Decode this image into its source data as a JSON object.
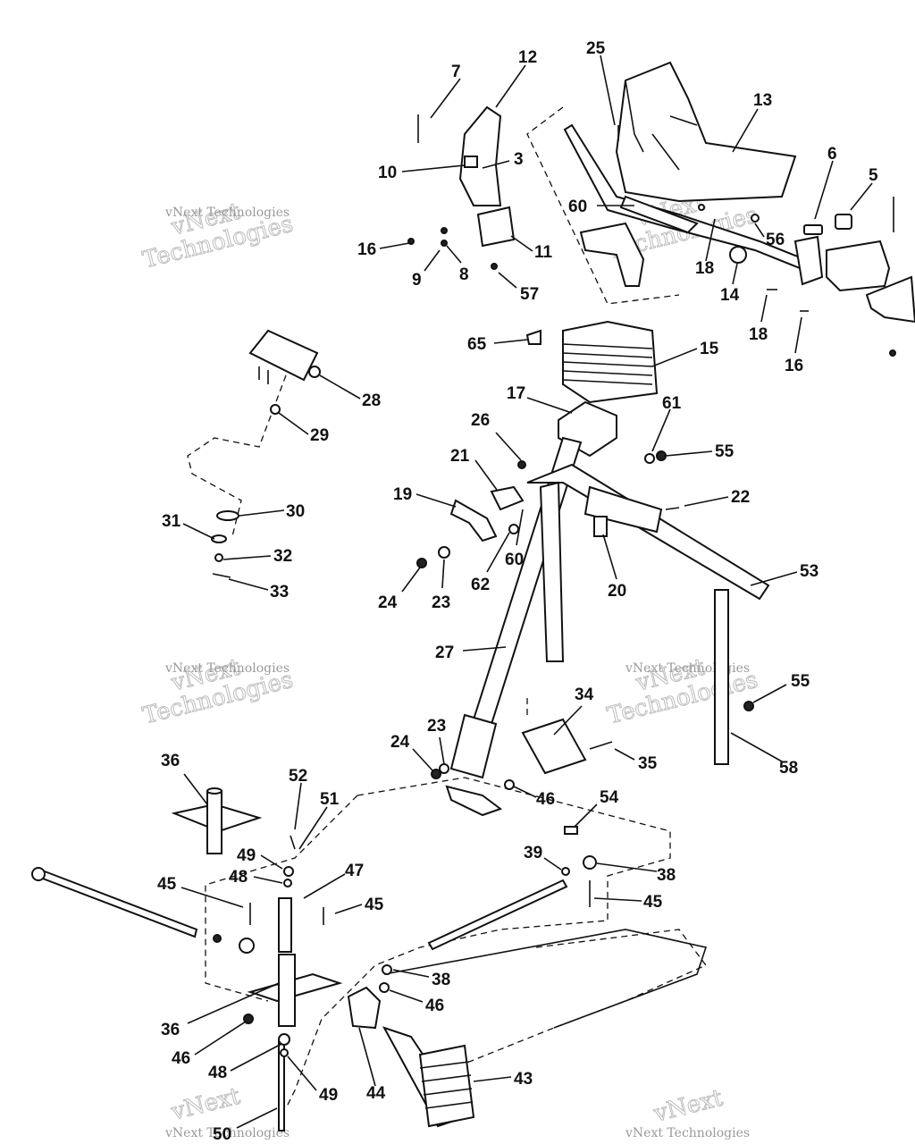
{
  "watermark": {
    "line1": "vNext Technologies",
    "line2": "vNext",
    "line3": "Technologies"
  },
  "callouts": [
    "7",
    "12",
    "25",
    "13",
    "6",
    "5",
    "10",
    "3",
    "60",
    "16",
    "9",
    "8",
    "11",
    "18",
    "14",
    "56",
    "57",
    "18",
    "16",
    "65",
    "15",
    "28",
    "17",
    "61",
    "55",
    "29",
    "26",
    "21",
    "22",
    "19",
    "30",
    "31",
    "32",
    "33",
    "60",
    "62",
    "24",
    "23",
    "20",
    "53",
    "27",
    "34",
    "55",
    "24",
    "23",
    "35",
    "36",
    "52",
    "51",
    "46",
    "54",
    "49",
    "48",
    "47",
    "39",
    "38",
    "45",
    "45",
    "45",
    "58",
    "38",
    "36",
    "46",
    "46",
    "48",
    "49",
    "44",
    "43",
    "50"
  ]
}
